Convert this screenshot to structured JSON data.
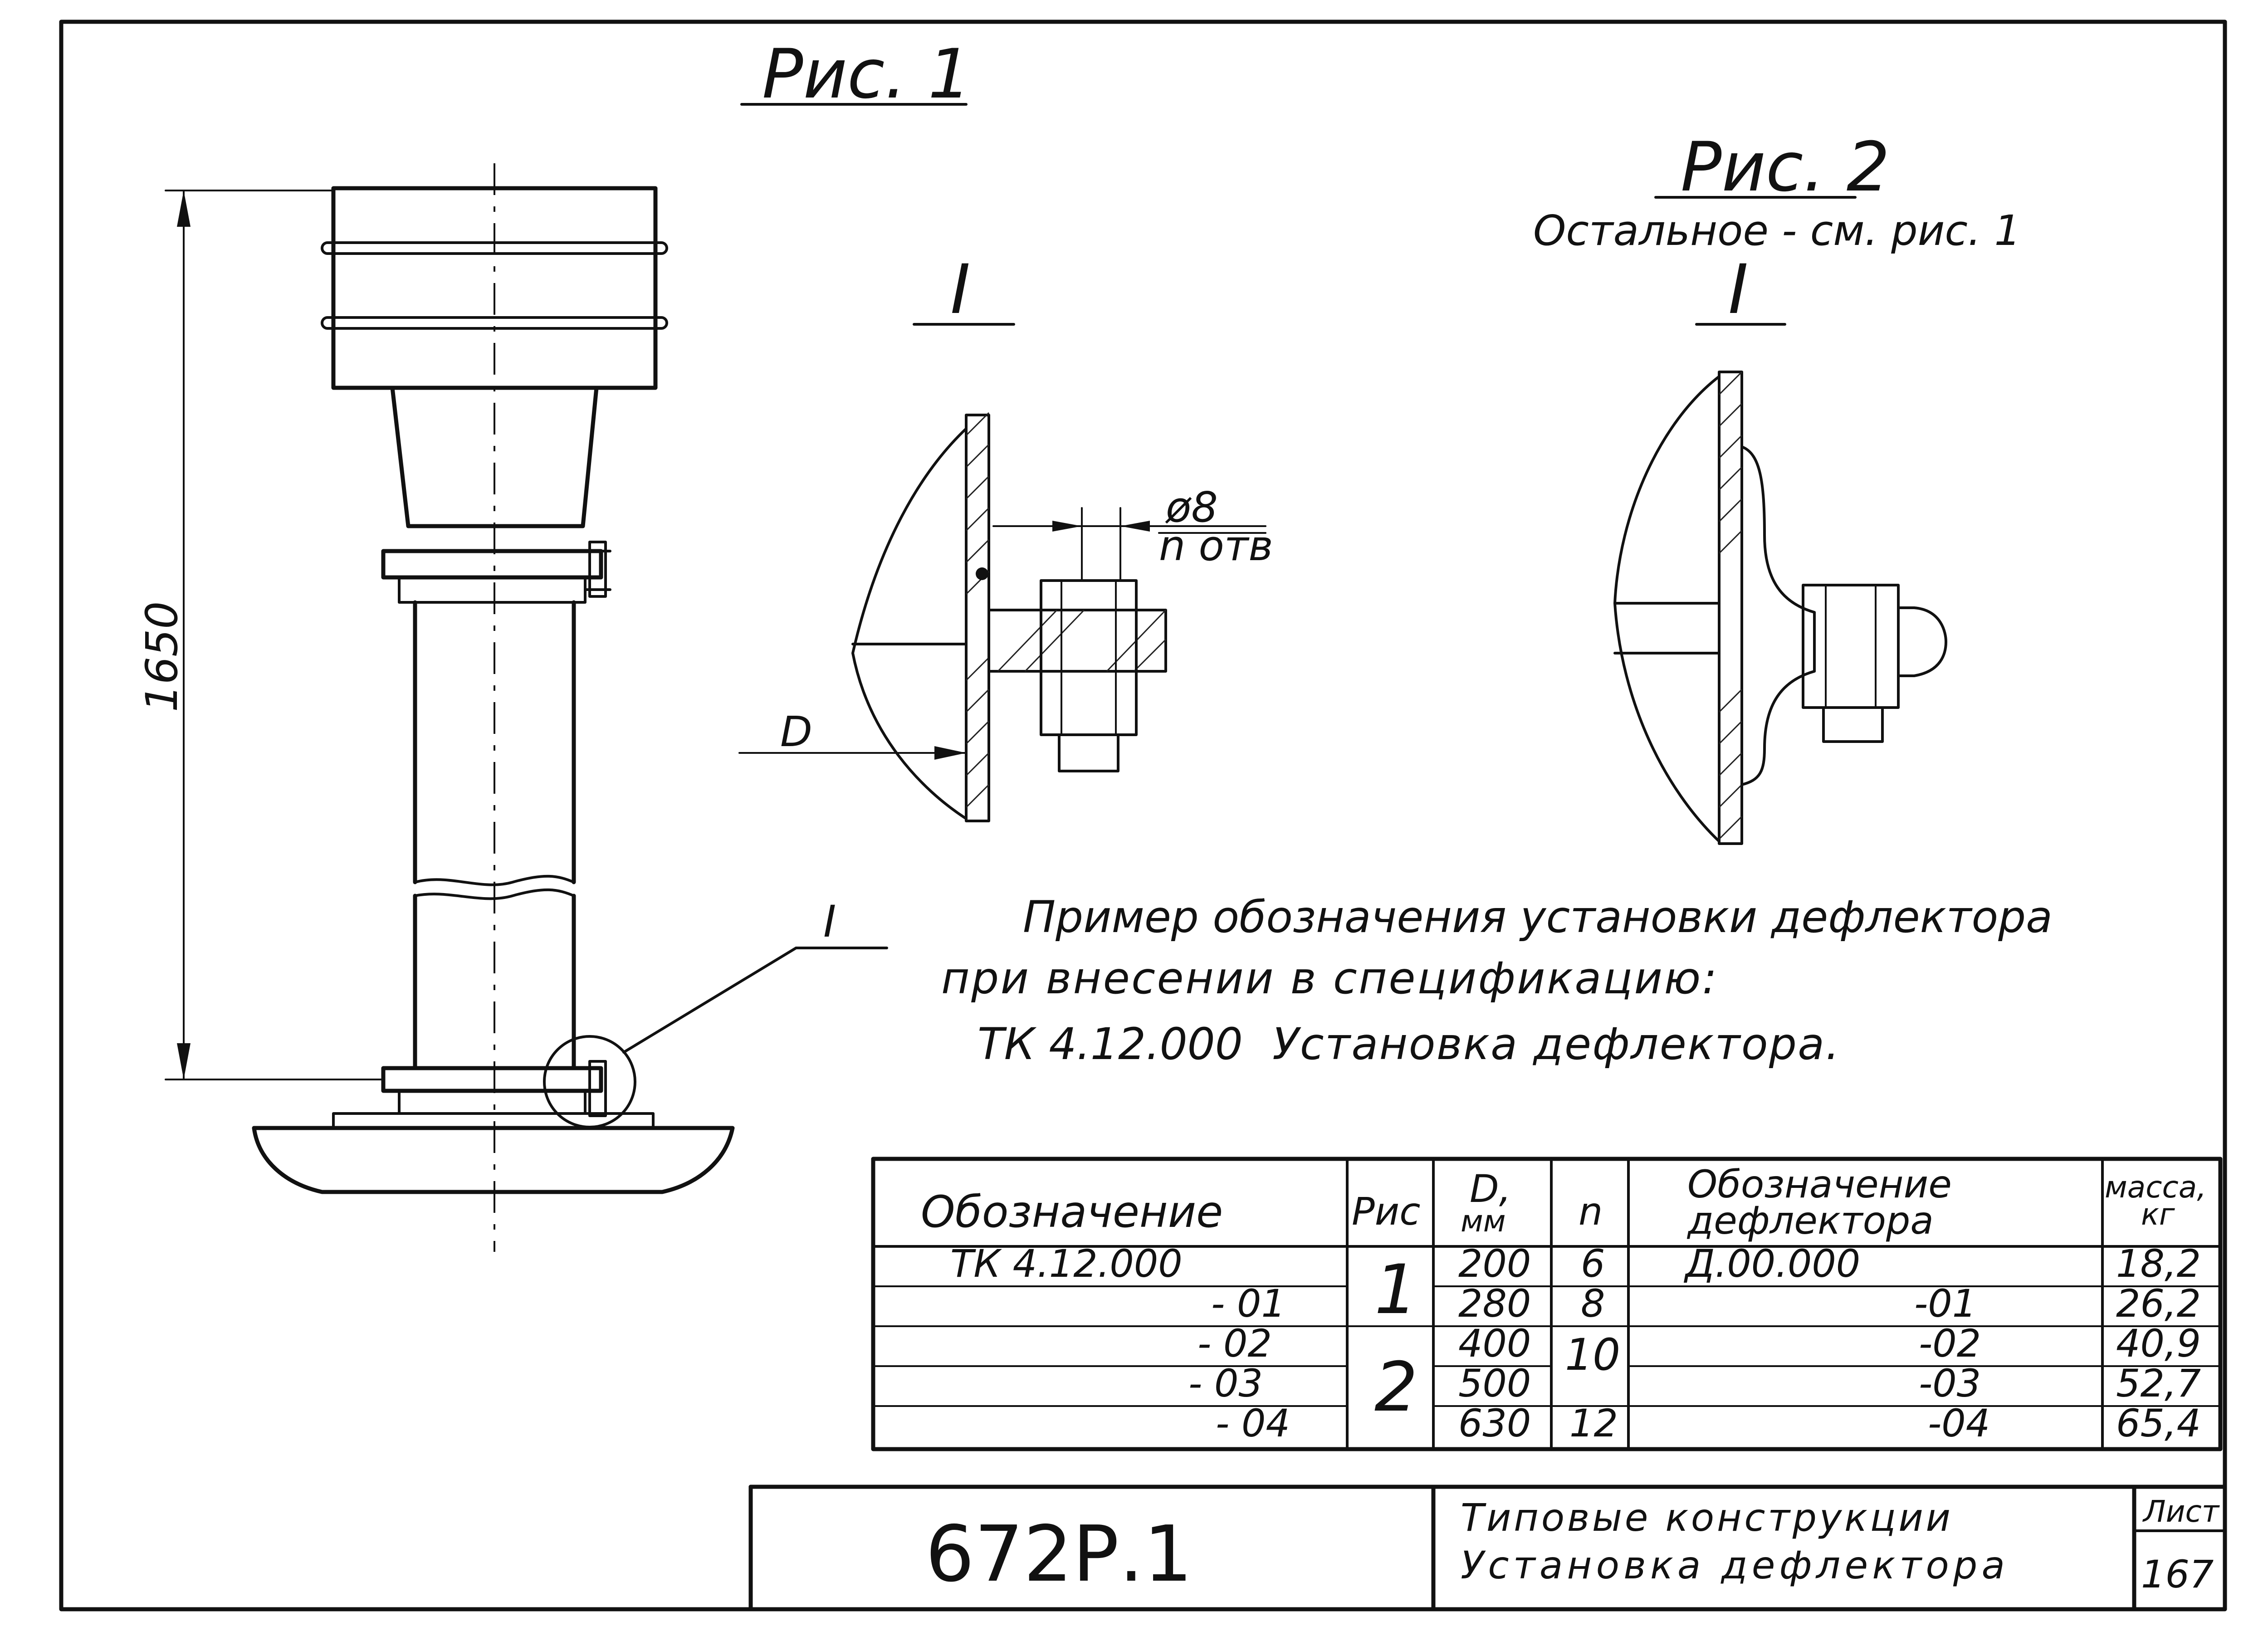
{
  "figure1": {
    "title": "Рис. 1",
    "dim_height": "1650",
    "detail_ref": "I"
  },
  "figure2": {
    "title": "Рис. 2",
    "note": "Остальное - см. рис. 1"
  },
  "detail_left": {
    "label": "I",
    "hole_dia": "ø8",
    "hole_count": "n отв",
    "dim_D": "D"
  },
  "detail_right": {
    "label": "I"
  },
  "example": {
    "line1": "Пример обозначения установки дефлектора",
    "line2": "при внесении в спецификацию:",
    "code": "ТК 4.12.000",
    "name": "Установка дефлектора."
  },
  "table": {
    "headers": {
      "designation": "Обозначение",
      "fig": "Рис",
      "d": "D,",
      "d_unit": "мм",
      "n": "n",
      "deflector_1": "Обозначение",
      "deflector_2": "дефлектора",
      "mass": "масса,",
      "mass_unit": "кг"
    },
    "rows": [
      {
        "designation": "ТК 4.12.000",
        "d": "200",
        "n": "6",
        "deflector": "Д.00.000",
        "mass": "18,2"
      },
      {
        "designation": "- 01",
        "d": "280",
        "n": "8",
        "deflector": "-01",
        "mass": "26,2"
      },
      {
        "designation": "- 02",
        "d": "400",
        "deflector": "-02",
        "mass": "40,9"
      },
      {
        "designation": "- 03",
        "d": "500",
        "deflector": "-03",
        "mass": "52,7"
      },
      {
        "designation": "- 04",
        "d": "630",
        "n": "12",
        "deflector": "-04",
        "mass": "65,4"
      }
    ],
    "fig_groups": [
      "1",
      "2"
    ],
    "n_group": "10"
  },
  "title_block": {
    "code": "672Р.1",
    "line1": "Типовые конструкции",
    "line2": "Установка дефлектора",
    "sheet_label": "Лист",
    "sheet_no": "167"
  }
}
